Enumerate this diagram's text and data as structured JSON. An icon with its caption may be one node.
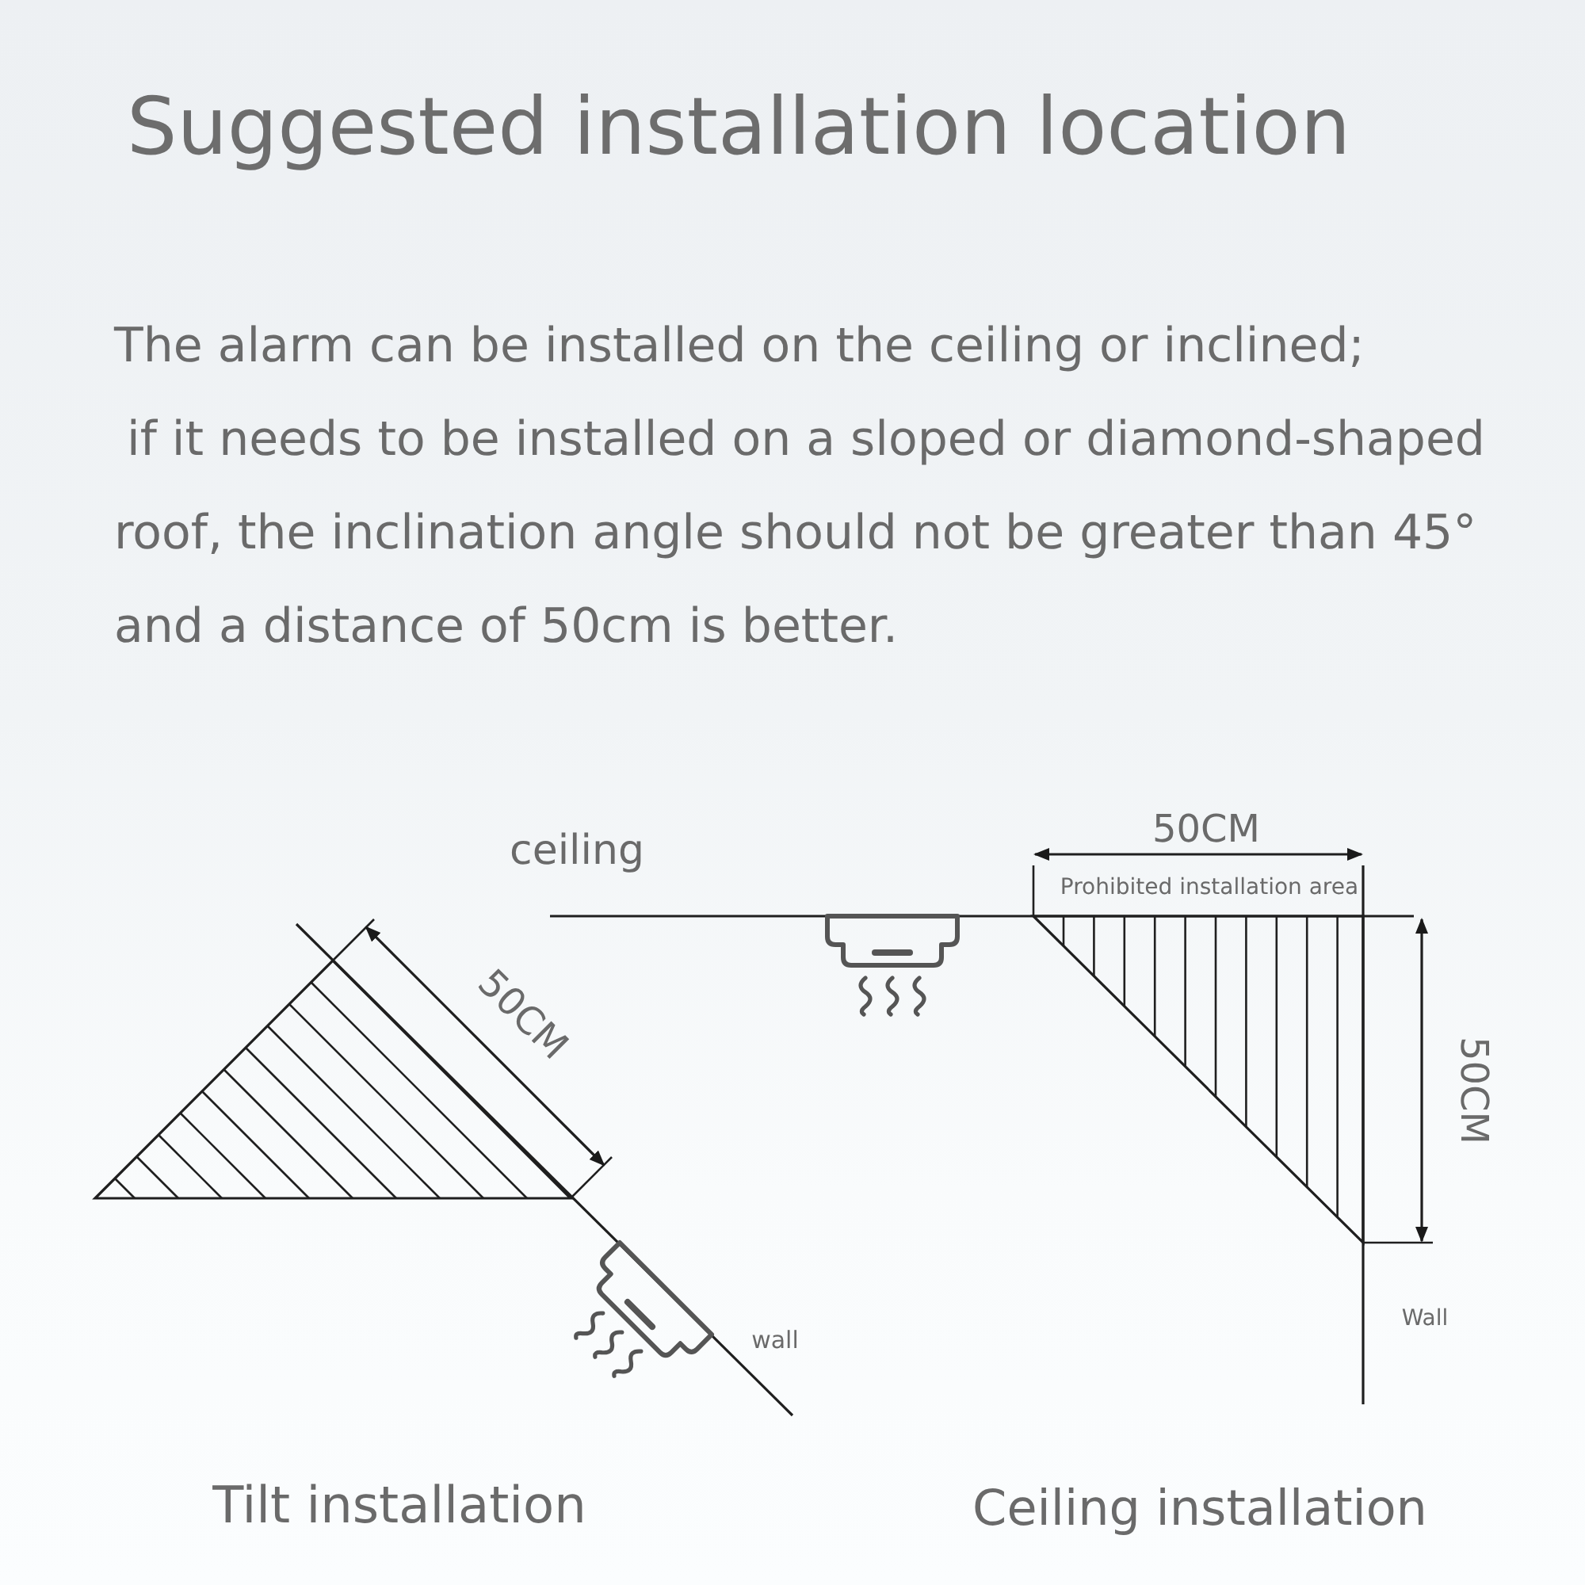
{
  "diagram": {
    "title": "Suggested installation location",
    "labels": [
      "The alarm can be installed on the ceiling or inclined;",
      "if it needs to be installed on a sloped or diamond-shaped roof, the inclination angle should not be greater than 45° and a distance of 50cm is better.",
      "ceiling",
      "50CM",
      "Prohibited installation area",
      "50CM",
      "50CM",
      "Wall",
      "wall",
      "Tilt installation",
      "Ceiling installation"
    ]
  }
}
